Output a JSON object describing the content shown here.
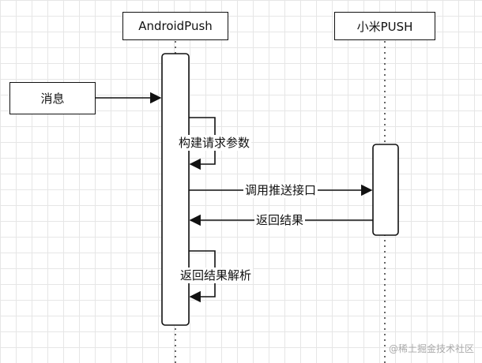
{
  "participants": {
    "android_push": "AndroidPush",
    "xiaomi_push": "小米PUSH"
  },
  "input_box": "消息",
  "messages": {
    "build_params": "构建请求参数",
    "call_push_api": "调用推送接口",
    "return_result": "返回结果",
    "parse_result": "返回结果解析"
  },
  "watermark": "@稀土掘金技术社区"
}
